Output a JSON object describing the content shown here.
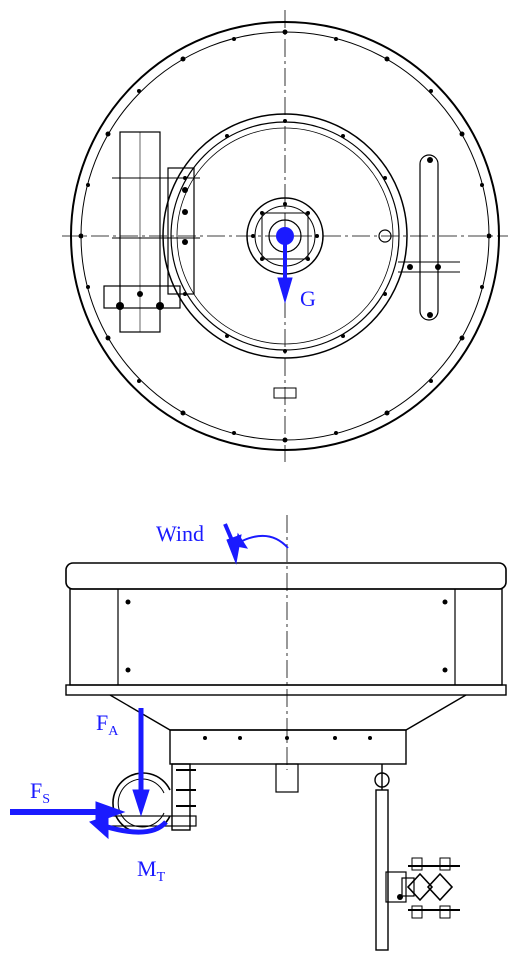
{
  "labels": {
    "gravity": "G",
    "wind": "Wind",
    "axial_main": "F",
    "axial_sub": "A",
    "side_main": "F",
    "side_sub": "S",
    "torque_main": "M",
    "torque_sub": "T"
  },
  "colors": {
    "line": "#000000",
    "force": "#1a1aff"
  }
}
